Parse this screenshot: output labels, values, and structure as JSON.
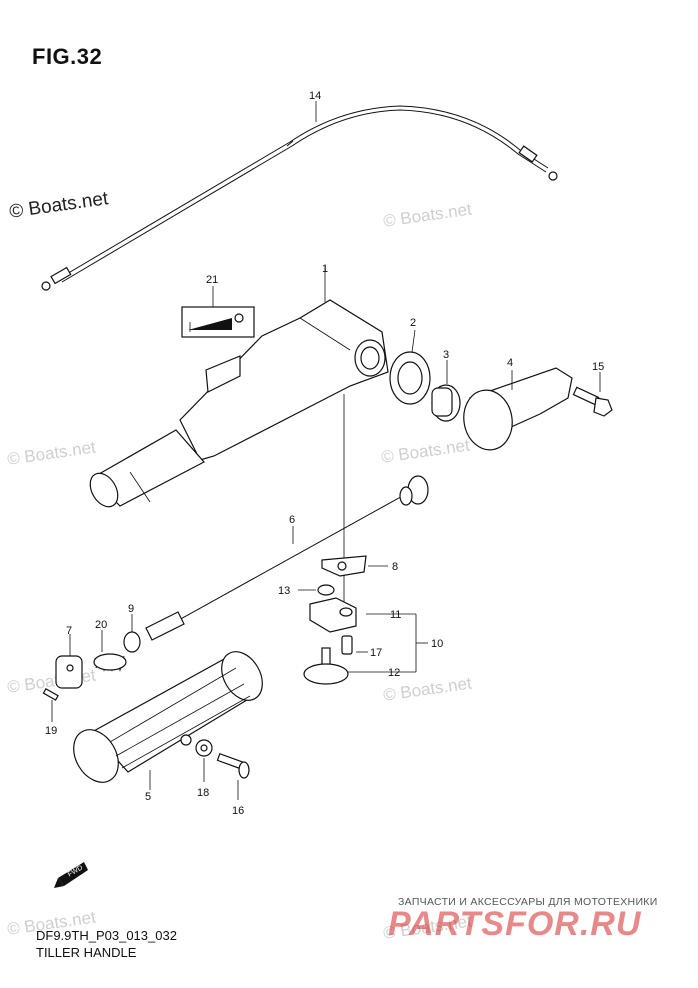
{
  "figure": {
    "title": "FIG.32",
    "code": "DF9.9TH_P03_013_032",
    "name": "TILLER HANDLE"
  },
  "watermarks": {
    "main": "© Boats.net",
    "faint": "© Boats.net"
  },
  "partsfor": {
    "tagline": "ЗАПЧАСТИ И АКСЕССУАРЫ ДЛЯ МОТОТЕХНИКИ",
    "logo": "PARTSFOR.RU"
  },
  "badge": {
    "text": "FWD"
  },
  "callouts": {
    "c1": "1",
    "c2": "2",
    "c3": "3",
    "c4": "4",
    "c5": "5",
    "c6": "6",
    "c7": "7",
    "c8": "8",
    "c9": "9",
    "c10": "10",
    "c11": "11",
    "c12": "12",
    "c13": "13",
    "c14": "14",
    "c15": "15",
    "c16": "16",
    "c17": "17",
    "c18": "18",
    "c19": "19",
    "c20": "20",
    "c21": "21"
  }
}
